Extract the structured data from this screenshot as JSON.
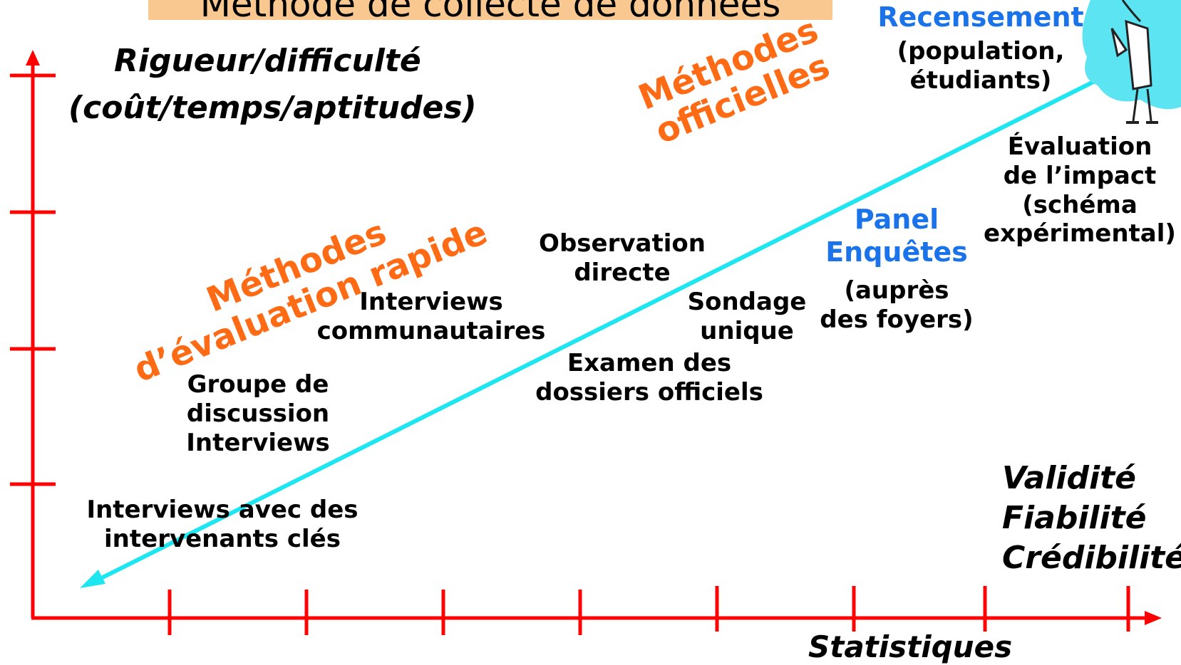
{
  "title": "Méthode de collecte de données",
  "y_axis_label": [
    "Rigueur/difficulté",
    "(coût/temps/aptitudes)"
  ],
  "x_axis_label": "Statistiques",
  "quality_labels": [
    "Validité",
    "Fiabilité",
    "Crédibilité"
  ],
  "groups": {
    "rapid": [
      "Méthodes",
      "d’évaluation rapide"
    ],
    "official": [
      "Méthodes",
      "officielles"
    ]
  },
  "methods": {
    "key_informants": [
      "Interviews avec des",
      "intervenants clés"
    ],
    "focus_group": [
      "Groupe de",
      "discussion",
      "Interviews"
    ],
    "community": [
      "Interviews",
      "communautaires"
    ],
    "observation": [
      "Observation",
      "directe"
    ],
    "records": [
      "Examen des",
      "dossiers officiels"
    ],
    "survey": [
      "Sondage",
      "unique"
    ],
    "panel_blue": [
      "Panel",
      "Enquêtes"
    ],
    "panel_black": [
      "(auprès",
      "des foyers)"
    ],
    "census_blue": "Recensement",
    "census_black": [
      "(population,",
      "étudiants)"
    ],
    "impact": [
      "Évaluation",
      "de l’impact",
      "(schéma",
      "expérimental)"
    ]
  },
  "colors": {
    "axis": "#ff0000",
    "arrow": "#1ee6f0",
    "group_text": "#ff6a14",
    "highlight": "#1a73e8",
    "title_box": "#f8c890",
    "cloud": "#5de4f2"
  },
  "icons": {
    "scientist": "scientist-icon"
  }
}
